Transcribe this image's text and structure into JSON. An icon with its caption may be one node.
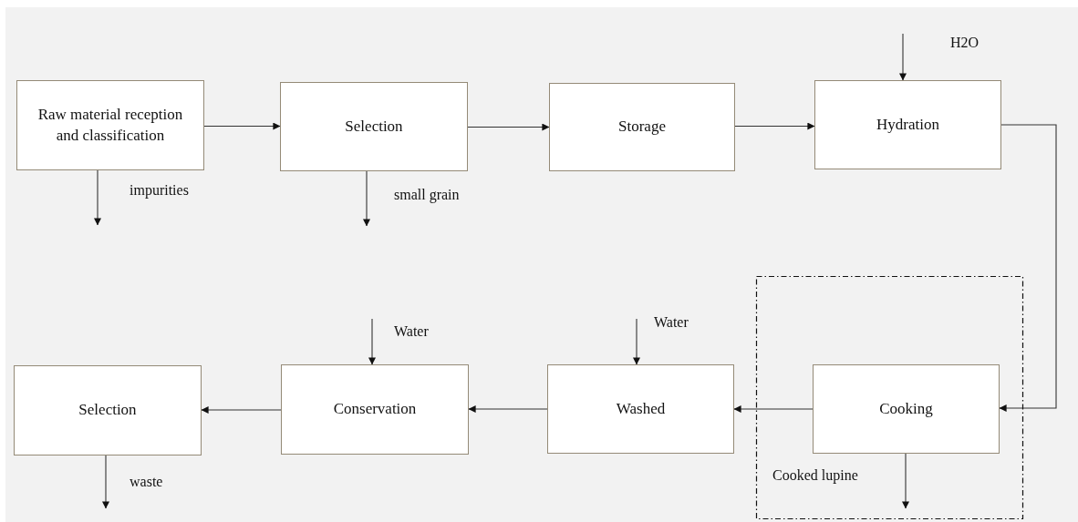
{
  "diagram": {
    "nodes": [
      {
        "text": [
          "Raw material reception and classification"
        ]
      },
      {
        "text": [
          "Selection"
        ]
      },
      {
        "text": [
          "Storage"
        ]
      },
      {
        "text": [
          "Hydration"
        ]
      },
      {
        "text": [
          "Selection"
        ]
      },
      {
        "text": [
          "Conservation"
        ]
      },
      {
        "text": [
          "Washed"
        ]
      },
      {
        "text": [],
        "shape": "box"
      },
      {
        "text": [
          "Cooking"
        ],
        "in": 7
      }
    ],
    "edges": [
      {
        "from": 0,
        "to": 1,
        "arrow": "to"
      },
      {
        "from": 1,
        "to": 2,
        "arrow": "to"
      },
      {
        "from": 2,
        "to": 3,
        "arrow": "to"
      },
      {
        "from": 3,
        "to": 8,
        "arrow": "to"
      },
      {
        "from": 8,
        "to": 6,
        "arrow": "to"
      },
      {
        "from": 6,
        "to": 5,
        "arrow": "to"
      },
      {
        "from": 5,
        "to": 4,
        "arrow": "to"
      },
      {
        "from": 0,
        "to": null,
        "arrow": "to",
        "label": "impurities"
      },
      {
        "from": 1,
        "to": null,
        "arrow": "to",
        "label": "small grain"
      },
      {
        "from": null,
        "to": 3,
        "arrow": "to",
        "label": "H2O"
      },
      {
        "from": null,
        "to": 5,
        "arrow": "to",
        "label": "Water"
      },
      {
        "from": null,
        "to": 6,
        "arrow": "to",
        "label": "Water"
      },
      {
        "from": 4,
        "to": null,
        "arrow": "to",
        "label": "waste"
      },
      {
        "from": 8,
        "to": null,
        "arrow": "to",
        "label": "Cooked lupine"
      }
    ]
  }
}
